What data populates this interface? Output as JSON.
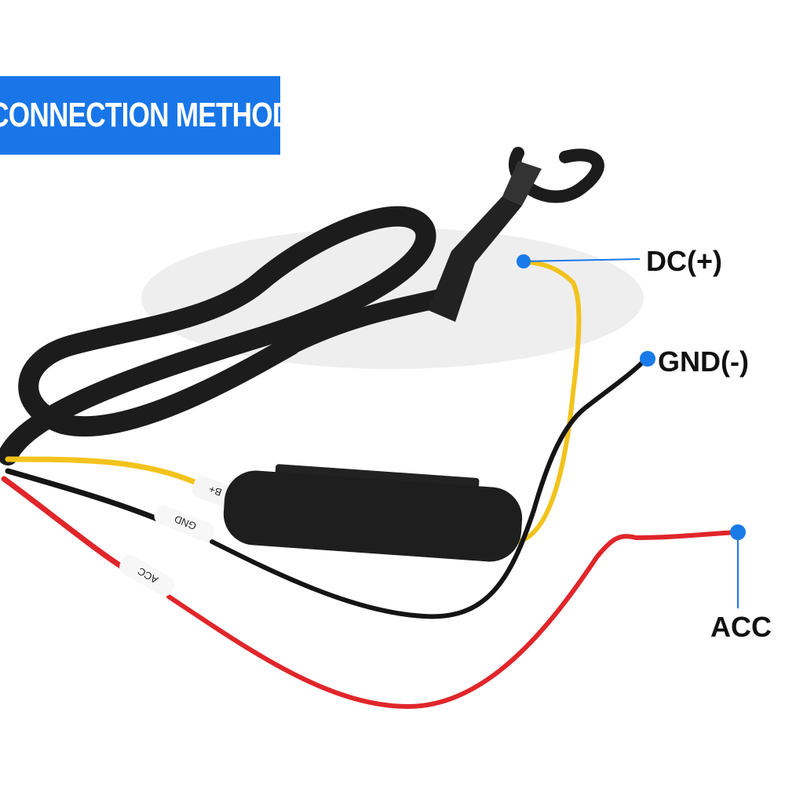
{
  "banner": {
    "title": "CONNECTION METHOD",
    "color": "#1976e8"
  },
  "callouts": {
    "dc_plus": "DC(+)",
    "gnd_minus": "GND(-)",
    "acc": "ACC",
    "marker_color": "#1a7ae8"
  },
  "wire_tags": {
    "b_plus": "B+",
    "gnd": "GND",
    "acc": "ACC"
  },
  "colors": {
    "yellow_wire": "#f2c31c",
    "black_wire": "#151515",
    "red_wire": "#e0262a"
  }
}
